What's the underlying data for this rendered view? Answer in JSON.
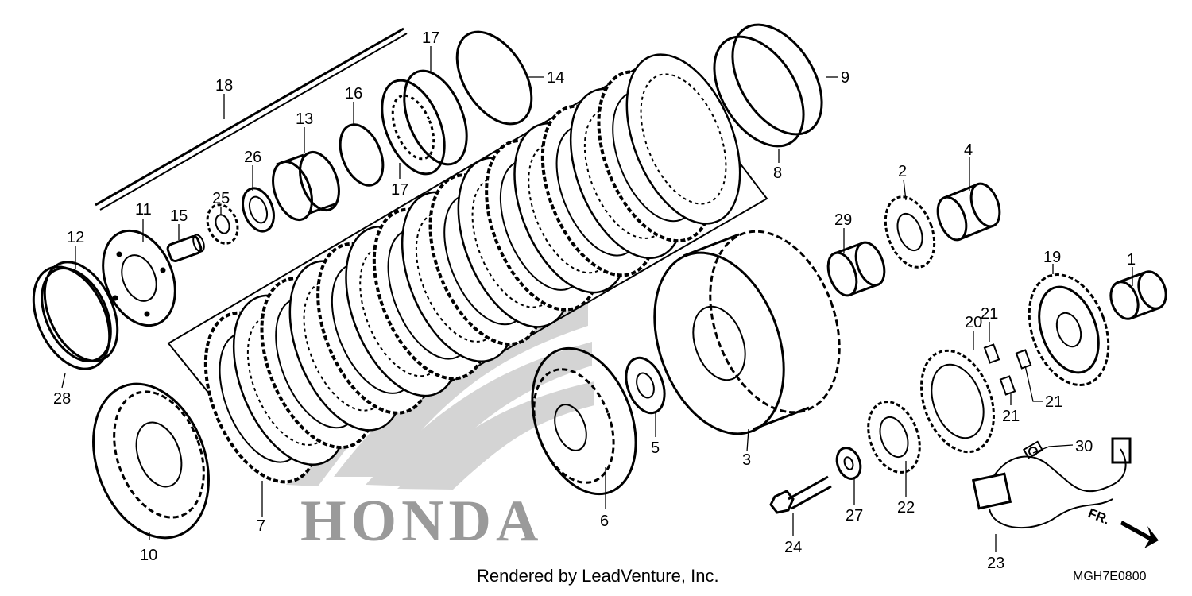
{
  "watermark": {
    "text": "HONDA",
    "color": "#9a9a9a"
  },
  "footer": {
    "rendered_by": "Rendered by LeadVenture, Inc.",
    "diagram_code": "MGH7E0800"
  },
  "direction_label": "FR.",
  "callouts": [
    {
      "id": "c1",
      "label": "1"
    },
    {
      "id": "c2",
      "label": "2"
    },
    {
      "id": "c3",
      "label": "3"
    },
    {
      "id": "c4",
      "label": "4"
    },
    {
      "id": "c5",
      "label": "5"
    },
    {
      "id": "c6",
      "label": "6"
    },
    {
      "id": "c7",
      "label": "7"
    },
    {
      "id": "c8",
      "label": "8"
    },
    {
      "id": "c9",
      "label": "9"
    },
    {
      "id": "c10",
      "label": "10"
    },
    {
      "id": "c11",
      "label": "11"
    },
    {
      "id": "c12",
      "label": "12"
    },
    {
      "id": "c13",
      "label": "13"
    },
    {
      "id": "c14",
      "label": "14"
    },
    {
      "id": "c15",
      "label": "15"
    },
    {
      "id": "c16",
      "label": "16"
    },
    {
      "id": "c17a",
      "label": "17"
    },
    {
      "id": "c17b",
      "label": "17"
    },
    {
      "id": "c18",
      "label": "18"
    },
    {
      "id": "c19",
      "label": "19"
    },
    {
      "id": "c20",
      "label": "20"
    },
    {
      "id": "c21a",
      "label": "21"
    },
    {
      "id": "c21b",
      "label": "21"
    },
    {
      "id": "c21c",
      "label": "21"
    },
    {
      "id": "c22",
      "label": "22"
    },
    {
      "id": "c23",
      "label": "23"
    },
    {
      "id": "c24",
      "label": "24"
    },
    {
      "id": "c25",
      "label": "25"
    },
    {
      "id": "c26",
      "label": "26"
    },
    {
      "id": "c27",
      "label": "27"
    },
    {
      "id": "c28",
      "label": "28"
    },
    {
      "id": "c29",
      "label": "29"
    },
    {
      "id": "c30",
      "label": "30"
    }
  ]
}
